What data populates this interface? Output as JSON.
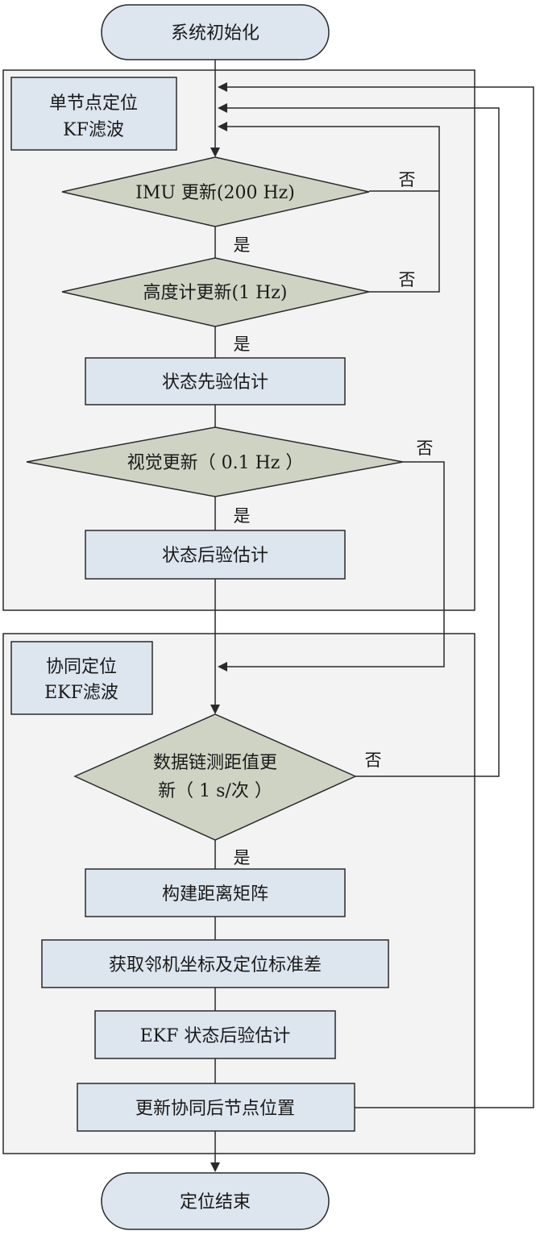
{
  "start": "系统初始化",
  "end": "定位结束",
  "group1": {
    "line1": "单节点定位",
    "line2": "KF滤波"
  },
  "group2": {
    "line1": "协同定位",
    "line2": "EKF滤波"
  },
  "decisions": {
    "imu": "IMU 更新(200 Hz)",
    "alt": "高度计更新(1 Hz)",
    "vis": "视觉更新（ 0.1 Hz ）",
    "dl_line1": "数据链测距值更",
    "dl_line2": "新（ 1 s/次 ）"
  },
  "processes": {
    "prior": "状态先验估计",
    "post": "状态后验估计",
    "matrix": "构建距离矩阵",
    "neighbors": "获取邻机坐标及定位标准差",
    "ekf_post": "EKF 状态后验估计",
    "update_pos": "更新协同后节点位置"
  },
  "labels": {
    "yes": "是",
    "no": "否"
  },
  "colors": {
    "terminal_fill": "#dde5ef",
    "process_fill": "#dde5ef",
    "decision_fill": "#cfd3c4",
    "group_fill": "#f3f3f3",
    "stroke": "#2a2a2a"
  }
}
